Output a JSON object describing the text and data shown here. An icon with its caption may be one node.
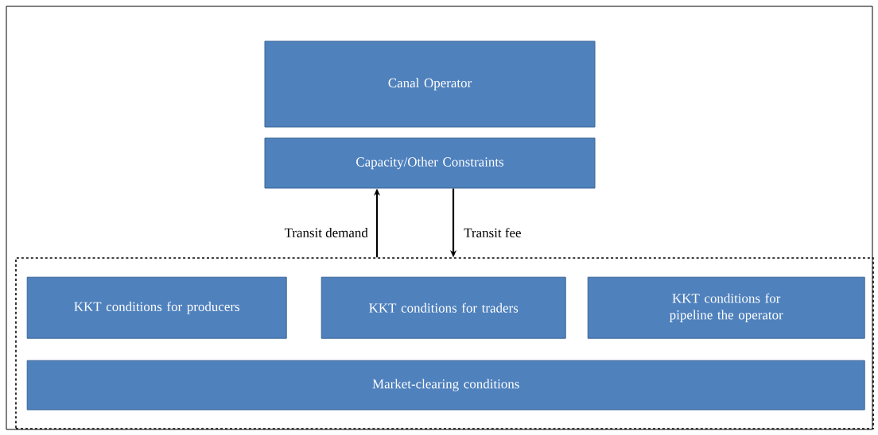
{
  "diagram": {
    "nodes": [
      {
        "text": [
          "Canal Operator"
        ]
      },
      {
        "text": [
          "Capacity/Other Constraints"
        ]
      },
      {
        "text": [],
        "shape": "box"
      },
      {
        "text": [
          "KKT conditions for producers"
        ],
        "in": 2
      },
      {
        "text": [
          "KKT conditions for traders"
        ],
        "in": 2
      },
      {
        "text": [
          "KKT conditions for pipeline the operator"
        ],
        "in": 2
      },
      {
        "text": [
          "Market-clearing conditions"
        ],
        "in": 2
      }
    ],
    "edges": [
      {
        "from": 2,
        "to": 1,
        "arrow": "to",
        "label": "Transit demand"
      },
      {
        "from": 1,
        "to": 2,
        "arrow": "to",
        "label": "Transit fee"
      }
    ]
  }
}
